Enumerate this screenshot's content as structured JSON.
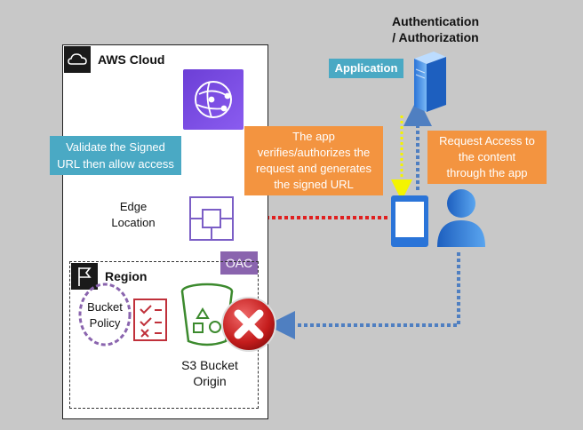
{
  "auth_title": [
    "Authentication",
    "/ Authorization"
  ],
  "application_label": "Application",
  "aws_cloud_label": "AWS Cloud",
  "region_label": "Region",
  "validate_label": [
    "Validate the Signed",
    "URL then allow access"
  ],
  "app_verifies_label": [
    "The app",
    "verifies/authorizes the",
    "request and generates",
    "the signed URL"
  ],
  "request_access_label": [
    "Request Access to",
    "the  content",
    "through the app"
  ],
  "edge_location_label": [
    "Edge",
    "Location"
  ],
  "oac_label": "OAC",
  "bucket_policy_label": [
    "Bucket",
    "Policy"
  ],
  "s3_bucket_label": [
    "S3 Bucket",
    "Origin"
  ],
  "icons": [
    "cloud-icon",
    "flag-icon",
    "cloudfront-icon",
    "edge-location-icon",
    "server-icon",
    "mobile-device-icon",
    "user-icon",
    "s3-bucket-icon",
    "checklist-icon",
    "blocked-x-icon"
  ],
  "colors": {
    "teal": "#4aa9c4",
    "orange": "#f39440",
    "purple": "#8a64ae",
    "red_dotted": "#e02020",
    "blue_dotted": "#4f7fc1",
    "yellow_dotted": "#f4f400",
    "background": "#c8c8c8"
  }
}
